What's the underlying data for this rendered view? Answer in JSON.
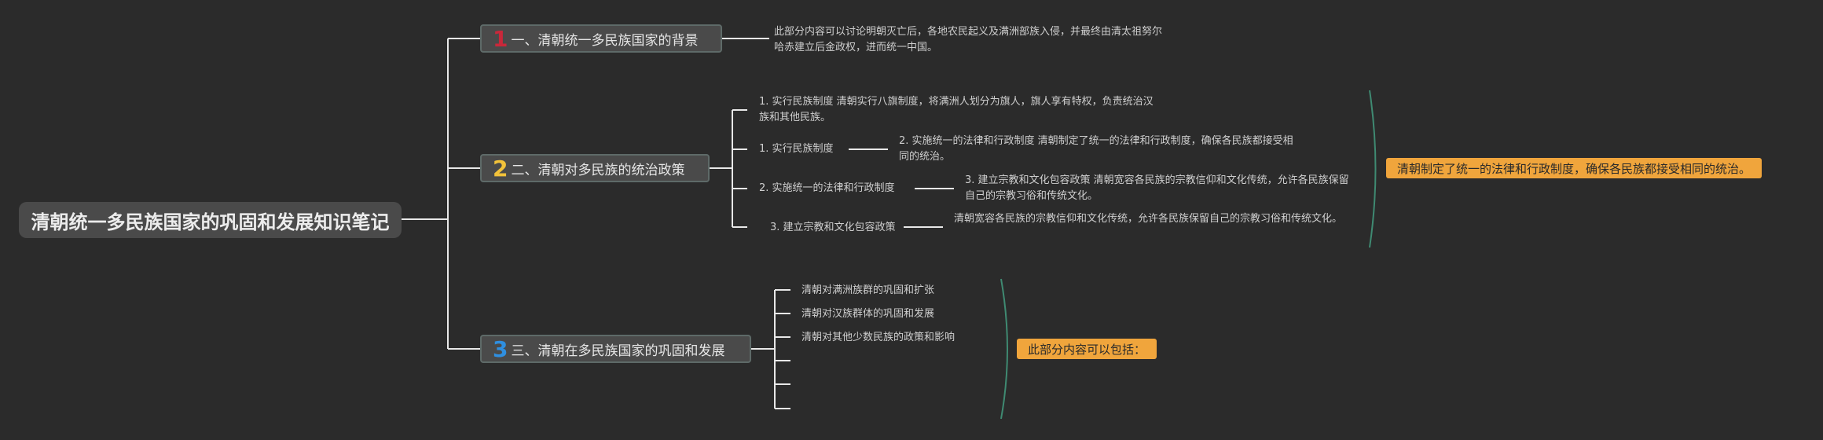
{
  "root": {
    "title": "清朝统一多民族国家的巩固和发展知识笔记"
  },
  "branches": [
    {
      "num": "1",
      "label": "一、清朝统一多民族国家的背景",
      "color": "#c8283a",
      "note": "此部分内容可以讨论明朝灭亡后，各地农民起义及满洲部族入侵，并最终由清太祖努尔哈赤建立后金政权，进而统一中国。"
    },
    {
      "num": "2",
      "label": "二、清朝对多民族的统治政策",
      "color": "#f2c23a",
      "items": [
        {
          "label": "1. 实行民族制度 清朝实行八旗制度，将满洲人划分为旗人，旗人享有特权，负责统治汉族和其他民族。"
        },
        {
          "label": "1. 实行民族制度",
          "detail": "2. 实施统一的法律和行政制度 清朝制定了统一的法律和行政制度，确保各民族都接受相同的统治。"
        },
        {
          "label": "2. 实施统一的法律和行政制度",
          "detail": "3. 建立宗教和文化包容政策 清朝宽容各民族的宗教信仰和文化传统，允许各民族保留自己的宗教习俗和传统文化。"
        },
        {
          "label": "3. 建立宗教和文化包容政策",
          "detail": "清朝宽容各民族的宗教信仰和文化传统，允许各民族保留自己的宗教习俗和传统文化。"
        }
      ],
      "summary": "清朝制定了统一的法律和行政制度，确保各民族都接受相同的统治。"
    },
    {
      "num": "3",
      "label": "三、清朝在多民族国家的巩固和发展",
      "color": "#2f8fe0",
      "items": [
        {
          "label": "清朝对满洲族群的巩固和扩张"
        },
        {
          "label": "清朝对汉族群体的巩固和发展"
        },
        {
          "label": "清朝对其他少数民族的政策和影响"
        },
        {
          "label": ""
        },
        {
          "label": ""
        },
        {
          "label": ""
        }
      ],
      "summary": "此部分内容可以包括："
    }
  ]
}
